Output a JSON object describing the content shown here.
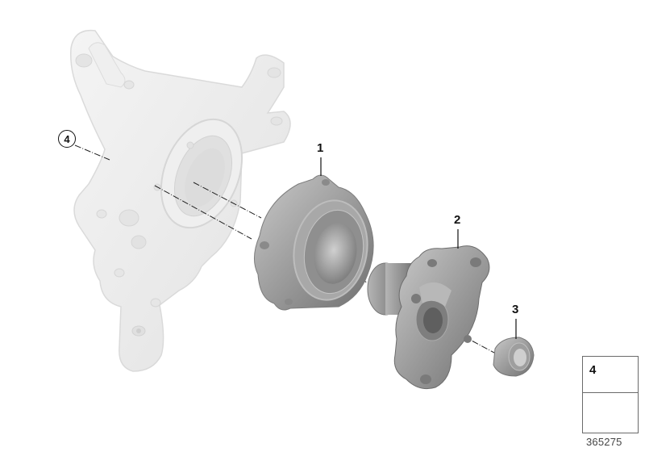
{
  "diagram": {
    "type": "exploded-parts-diagram",
    "parts": [
      {
        "id": 1,
        "label": "1",
        "name": "wheel-bearing-hub-flange"
      },
      {
        "id": 2,
        "label": "2",
        "name": "wheel-hub-drive-flange"
      },
      {
        "id": 3,
        "label": "3",
        "name": "collar-nut"
      },
      {
        "id": 4,
        "label": "4",
        "name": "flange-bolt",
        "note": "circled reference on steering knuckle"
      }
    ],
    "callouts": {
      "part1": "1",
      "part2": "2",
      "part3": "3",
      "part4_circled": "4"
    },
    "legend": {
      "item_number": "4",
      "item_icon": "bolt-icon",
      "direction_icon": "arrow-down-left-icon"
    },
    "catalog_number": "365275",
    "colors": {
      "knuckle_ghost": "#e9e9e9",
      "part_metal": "#9a9a9a",
      "part_dark": "#6e6e6e",
      "label": "#111111",
      "legend_border": "#6a6a6a"
    }
  }
}
